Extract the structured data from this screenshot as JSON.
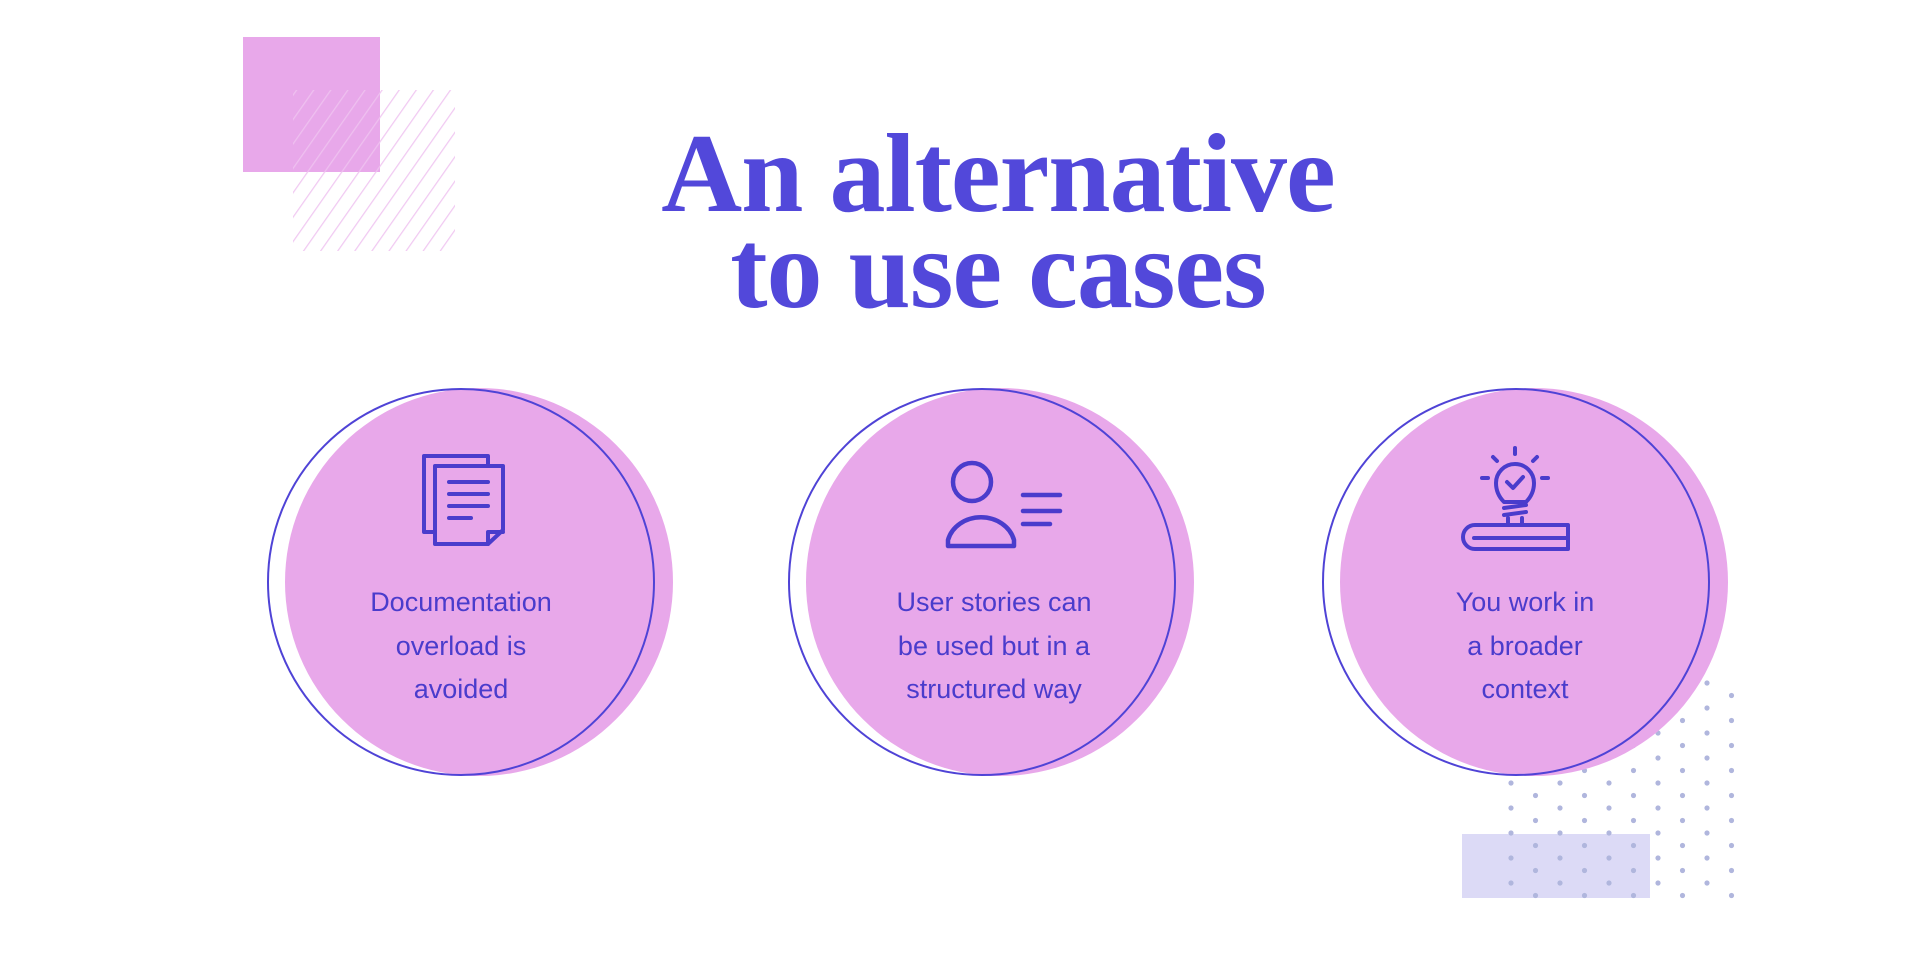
{
  "title": {
    "line1": "An alternative",
    "line2": "to use cases"
  },
  "cards": [
    {
      "icon": "documents-icon",
      "lines": [
        "Documentation",
        "overload is",
        "avoided"
      ]
    },
    {
      "icon": "user-list-icon",
      "lines": [
        "User stories can",
        "be used but in a",
        "structured way"
      ]
    },
    {
      "icon": "lightbulb-book-icon",
      "lines": [
        "You work in",
        "a broader",
        "context"
      ]
    }
  ],
  "colors": {
    "accent": "#5248da",
    "text": "#4a3ccc",
    "pink": "#e8a8ea",
    "lavender": "#dcdaf6",
    "dots": "#b0b6dd"
  }
}
